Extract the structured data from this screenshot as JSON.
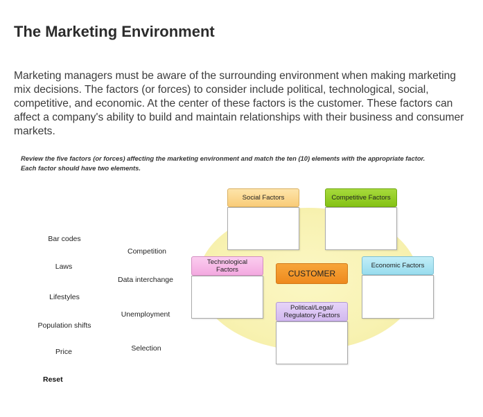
{
  "page": {
    "title": "The Marketing Environment",
    "intro": "Marketing managers must be aware of the surrounding environment when making marketing mix decisions. The factors (or forces) to consider include political, technological, social, competitive, and economic. At the center of these factors is the customer. These factors can affect a company's ability to build and maintain relationships with their business and consumer markets.",
    "instructions": "Review the five factors (or forces) affecting the marketing environment and match the ten (10) elements with the appropriate factor. Each factor should have two elements."
  },
  "elements": {
    "left": [
      "Bar codes",
      "Laws",
      "Lifestyles",
      "Population shifts",
      "Price"
    ],
    "right": [
      "Competition",
      "Data interchange",
      "Unemployment",
      "Selection"
    ]
  },
  "reset_label": "Reset",
  "factors": {
    "social": "Social Factors",
    "competitive": "Competitive Factors",
    "technological": "Technological\nFactors",
    "economic": "Economic Factors",
    "political": "Political/Legal/\nRegulatory Factors",
    "customer": "CUSTOMER"
  },
  "colors": {
    "social": "#fbd58a",
    "competitive": "#8ecc1e",
    "technological": "#f6b8e8",
    "economic": "#a9e3f2",
    "political": "#d9c2f2",
    "customer": "#f29a2c",
    "ellipse": "#f8f2b2"
  }
}
